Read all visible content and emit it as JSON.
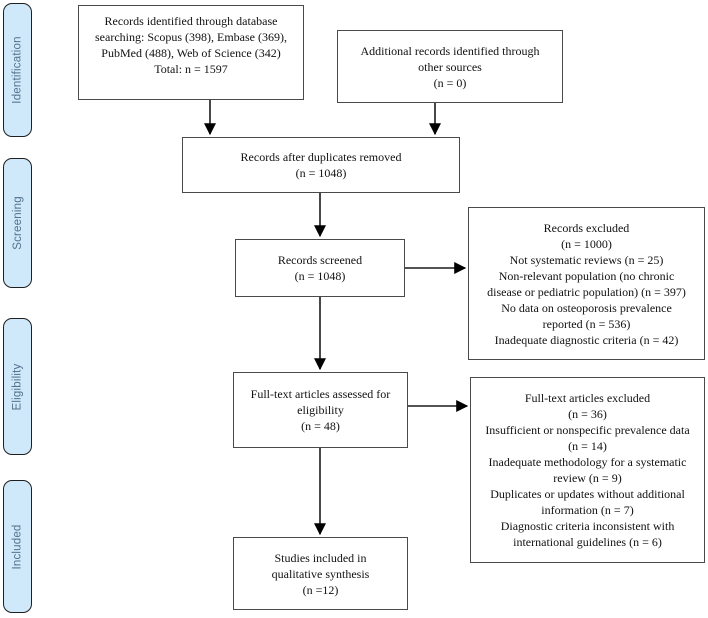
{
  "diagram": {
    "stages": [
      {
        "label": "Identification"
      },
      {
        "label": "Screening"
      },
      {
        "label": "Eligibility"
      },
      {
        "label": "Included"
      }
    ],
    "boxes": {
      "records_identified": {
        "lines": [
          "Records identified through database",
          "searching: Scopus (398), Embase (369),",
          "PubMed (488), Web of Science (342)",
          "Total: n = 1597"
        ]
      },
      "other_sources": {
        "lines": [
          "Additional records identified through",
          "other sources",
          "(n = 0)"
        ]
      },
      "duplicates_removed": {
        "lines": [
          "Records after duplicates removed",
          "(n = 1048)"
        ]
      },
      "records_screened": {
        "lines": [
          "Records screened",
          "(n = 1048)"
        ]
      },
      "records_excluded": {
        "lines": [
          "Records excluded",
          "(n = 1000)",
          "Not systematic reviews (n = 25)",
          "Non-relevant population (no chronic",
          "disease or pediatric population) (n = 397)",
          "No data on osteoporosis prevalence",
          "reported (n = 536)",
          "Inadequate diagnostic criteria (n = 42)"
        ]
      },
      "fulltext_assessed": {
        "lines": [
          "Full-text articles assessed for",
          "eligibility",
          "(n = 48)"
        ]
      },
      "fulltext_excluded": {
        "lines": [
          "Full-text articles excluded",
          "(n = 36)",
          "Insufficient or nonspecific prevalence data",
          "(n = 14)",
          "Inadequate methodology for a systematic",
          "review (n = 9)",
          "Duplicates or updates without additional",
          "information (n = 7)",
          "Diagnostic criteria inconsistent with",
          "international guidelines (n = 6)"
        ]
      },
      "studies_included": {
        "lines": [
          "Studies included in",
          "qualitative synthesis",
          "(n =12)"
        ]
      }
    },
    "colors": {
      "stage_fill": "#cfe9fb",
      "stage_text": "#53718c",
      "stage_border": "#1f1f1f",
      "box_border": "#4a4a4a",
      "box_fill": "#ffffff",
      "arrow": "#000000",
      "text": "#111111"
    }
  }
}
